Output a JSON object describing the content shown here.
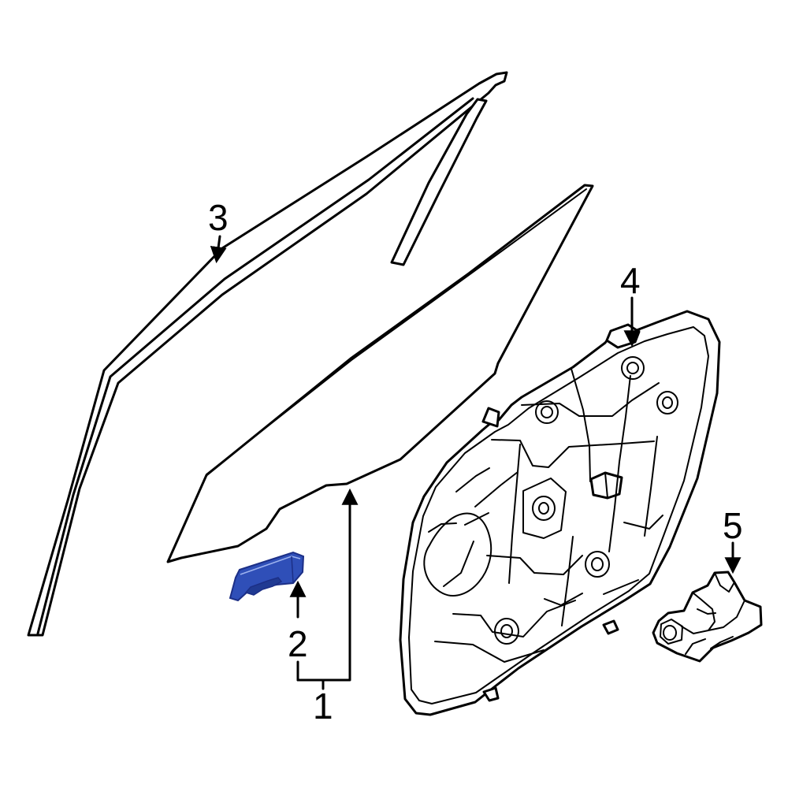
{
  "diagram": {
    "callouts": [
      {
        "id": "1",
        "text": "1"
      },
      {
        "id": "2",
        "text": "2"
      },
      {
        "id": "3",
        "text": "3"
      },
      {
        "id": "4",
        "text": "4"
      },
      {
        "id": "5",
        "text": "5"
      }
    ],
    "colors": {
      "line": "#000000",
      "background": "#ffffff",
      "highlight": "#2f4fb8",
      "highlight_dark": "#1c2f86"
    }
  }
}
